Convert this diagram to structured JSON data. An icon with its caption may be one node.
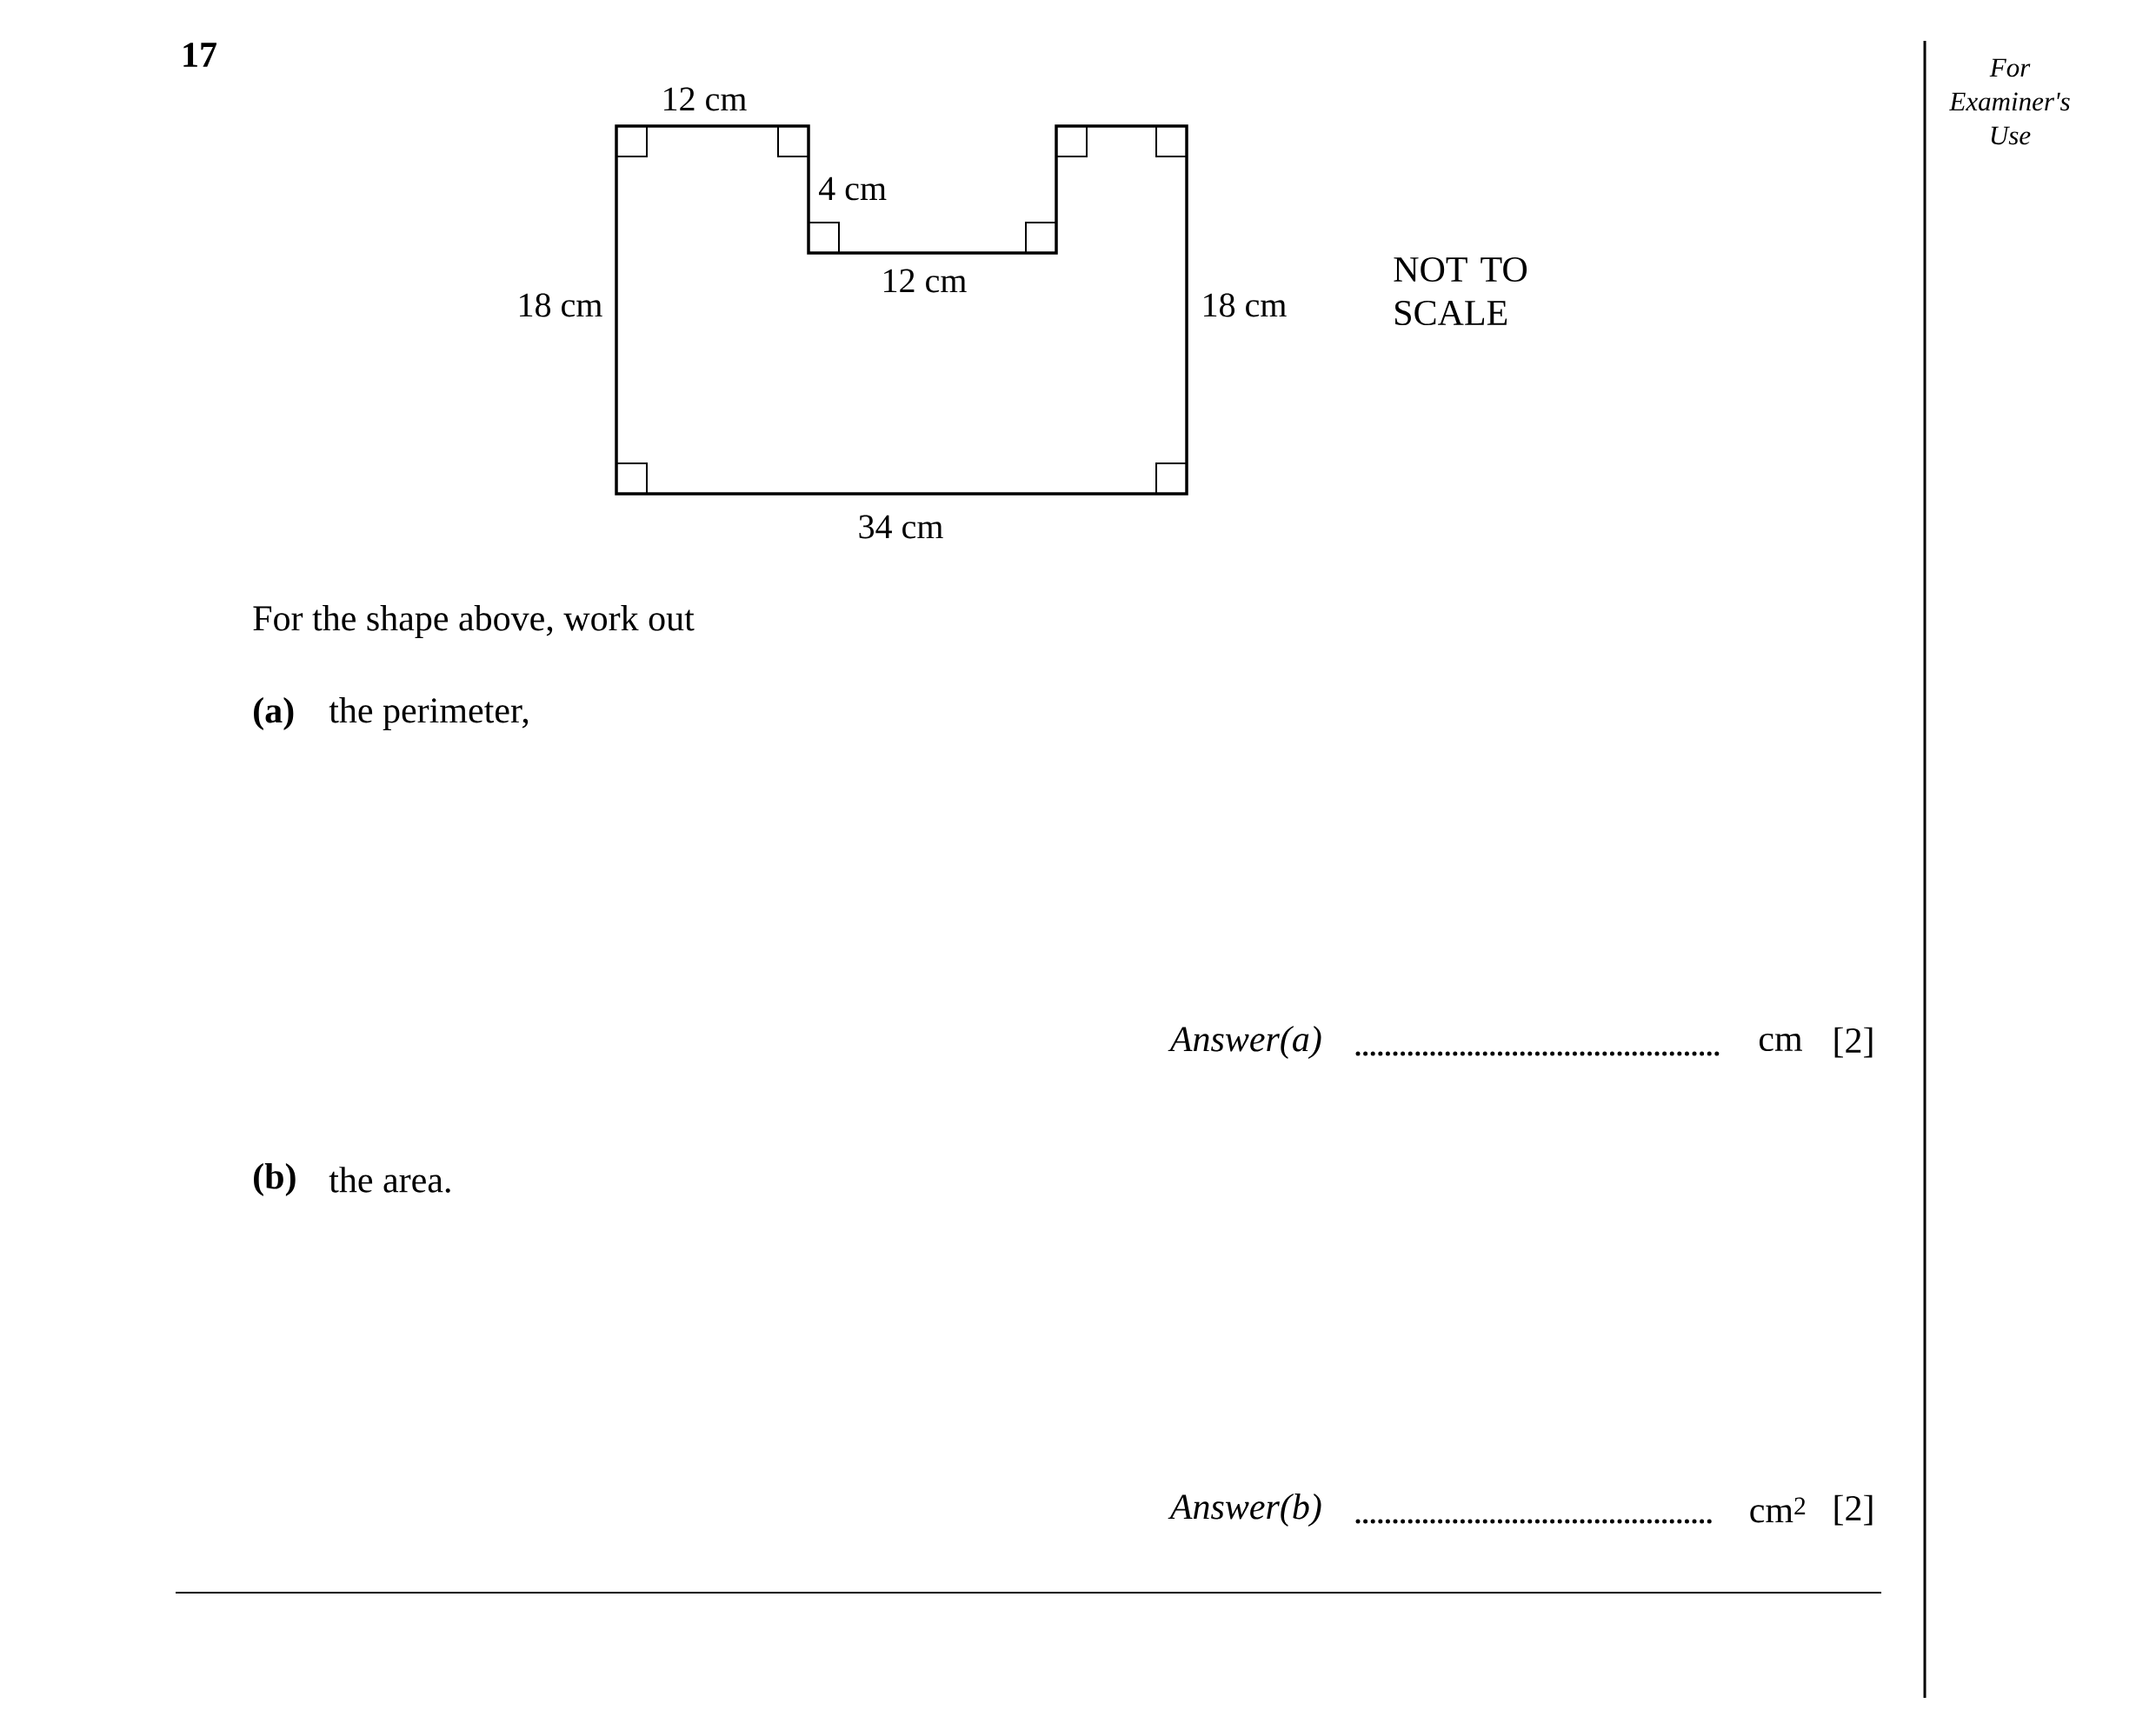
{
  "diagram": {
    "labels": [
      "17",
      "12 cm",
      "For Examiner's Use",
      "4 cm",
      "12 cm",
      "18 cm",
      "18 cm",
      "NOT TO SCALE",
      "34 cm",
      "For the shape above, work out",
      "(a)",
      "the perimeter,",
      "Answer(a)",
      "cm",
      "[2]",
      "(b)",
      "the area.",
      "Answer(b)",
      "cm$^{2}$",
      "[2]"
    ]
  }
}
